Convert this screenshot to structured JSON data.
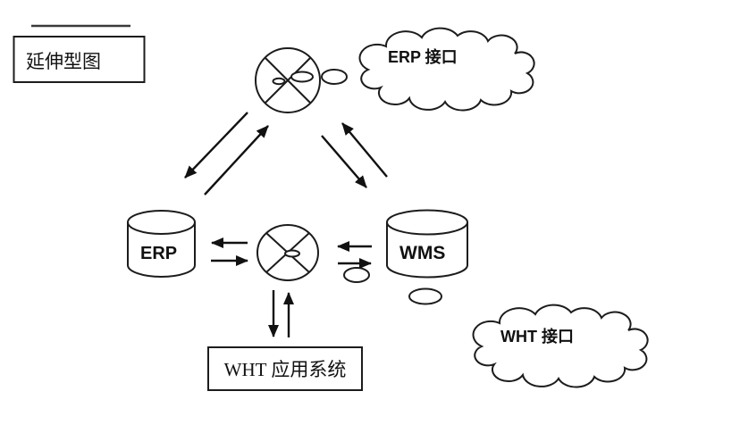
{
  "title_box": {
    "label": "延伸型图"
  },
  "clouds": {
    "erp": {
      "label": "ERP 接口"
    },
    "wht": {
      "label": "WHT 接口"
    }
  },
  "databases": {
    "erp": {
      "label": "ERP"
    },
    "wms": {
      "label": "WMS"
    }
  },
  "app_box": {
    "label": "WHT 应用系统"
  },
  "connectors": [
    {
      "id": "erp-interface-connector",
      "links_to_cloud": "ERP 接口"
    },
    {
      "id": "wht-interface-connector",
      "links_to_cloud": "WHT 接口"
    }
  ],
  "edges": [
    {
      "from": "erp-interface-connector",
      "to": "erp-database"
    },
    {
      "from": "erp-database",
      "to": "erp-interface-connector"
    },
    {
      "from": "erp-interface-connector",
      "to": "wms-database"
    },
    {
      "from": "wms-database",
      "to": "erp-interface-connector"
    },
    {
      "from": "wht-interface-connector",
      "to": "erp-database"
    },
    {
      "from": "erp-database",
      "to": "wht-interface-connector"
    },
    {
      "from": "wms-database",
      "to": "wht-interface-connector"
    },
    {
      "from": "wht-interface-connector",
      "to": "wms-database"
    },
    {
      "from": "wht-interface-connector",
      "to": "wht-app-box"
    },
    {
      "from": "wht-app-box",
      "to": "wht-interface-connector"
    }
  ],
  "colors": {
    "stroke": "#1c1c1c",
    "background": "#ffffff",
    "text": "#111111"
  }
}
